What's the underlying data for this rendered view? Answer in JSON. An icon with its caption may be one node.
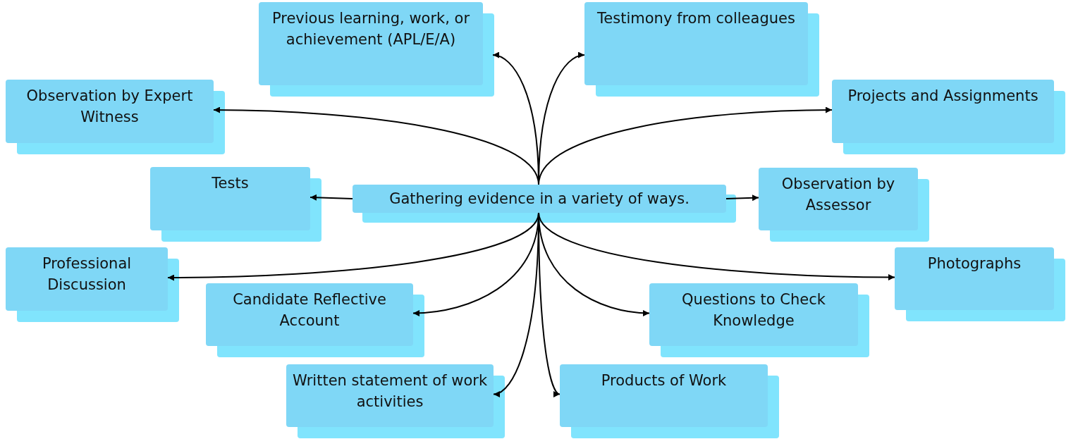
{
  "diagram": {
    "nodes": [
      {
        "text": [
          "Gathering evidence in a variety of ways."
        ]
      },
      {
        "text": [
          "Previous learning, work, or achievement (APL/E/A)"
        ]
      },
      {
        "text": [
          "Testimony from colleagues"
        ]
      },
      {
        "text": [
          "Observation by Expert Witness"
        ]
      },
      {
        "text": [
          "Projects and Assignments"
        ]
      },
      {
        "text": [
          "Tests"
        ]
      },
      {
        "text": [
          "Observation by Assessor"
        ]
      },
      {
        "text": [
          "Professional Discussion"
        ]
      },
      {
        "text": [
          "Photographs"
        ]
      },
      {
        "text": [
          "Candidate Reflective Account"
        ]
      },
      {
        "text": [
          "Questions to Check Knowledge"
        ]
      },
      {
        "text": [
          "Written statement of work activities"
        ]
      },
      {
        "text": [
          "Products of Work"
        ]
      }
    ],
    "edges": [
      {
        "from": 0,
        "to": 1,
        "arrow": "to"
      },
      {
        "from": 0,
        "to": 2,
        "arrow": "to"
      },
      {
        "from": 0,
        "to": 3,
        "arrow": "to"
      },
      {
        "from": 0,
        "to": 4,
        "arrow": "to"
      },
      {
        "from": 0,
        "to": 5,
        "arrow": "to"
      },
      {
        "from": 0,
        "to": 6,
        "arrow": "to"
      },
      {
        "from": 0,
        "to": 7,
        "arrow": "to"
      },
      {
        "from": 0,
        "to": 8,
        "arrow": "to"
      },
      {
        "from": 0,
        "to": 9,
        "arrow": "to"
      },
      {
        "from": 0,
        "to": 10,
        "arrow": "to"
      },
      {
        "from": 0,
        "to": 11,
        "arrow": "to"
      },
      {
        "from": 0,
        "to": 12,
        "arrow": "to"
      }
    ]
  }
}
